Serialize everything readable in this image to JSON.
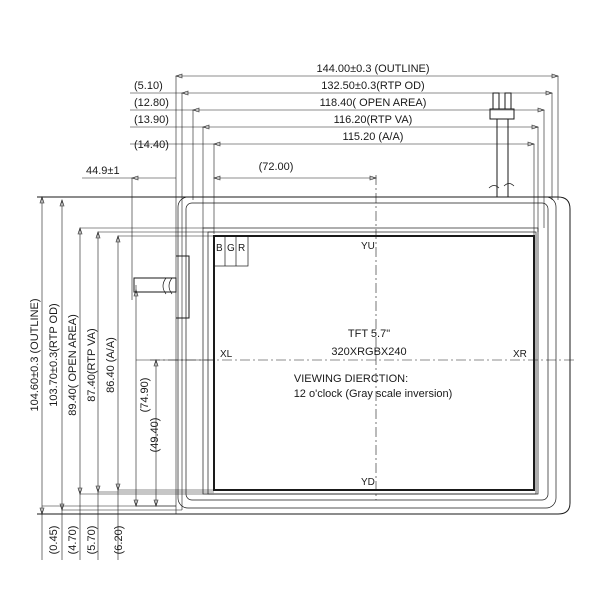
{
  "horizontal_dims": {
    "outline": "144.00±0.3 (OUTLINE)",
    "rtp_od": "132.50±0.3(RTP OD)",
    "open_area": "118.40( OPEN AREA)",
    "rtp_va": "116.20(RTP VA)",
    "aa": "115.20 (A/A)",
    "offset_outline": "(5.10)",
    "offset_open_area": "(12.80)",
    "offset_rtp_va": "(13.90)",
    "offset_aa": "(14.40)",
    "fpc_position": "44.9±1",
    "center": "(72.00)"
  },
  "vertical_dims": {
    "outline": "104.60±0.3 (OUTLINE)",
    "rtp_od": "103.70±0.3(RTP OD)",
    "open_area": "89.40( OPEN AREA)",
    "rtp_va": "87.40(RTP VA)",
    "aa": "86.40 (A/A)",
    "bar_height": "(74.90)",
    "center": "(49.40)",
    "bottom_0": "(0.45)",
    "bottom_1": "(4.70)",
    "bottom_2": "(5.70)",
    "bottom_3": "(6.20)"
  },
  "panel": {
    "pixel_b": "B",
    "pixel_g": "G",
    "pixel_r": "R",
    "yu": "YU",
    "yd": "YD",
    "xl": "XL",
    "xr": "XR",
    "tft_size": "TFT 5.7\"",
    "resolution": "320XRGBX240",
    "viewing_title": "VIEWING DIERCTION:",
    "viewing_detail": "12 o'clock (Gray scale inversion)"
  }
}
